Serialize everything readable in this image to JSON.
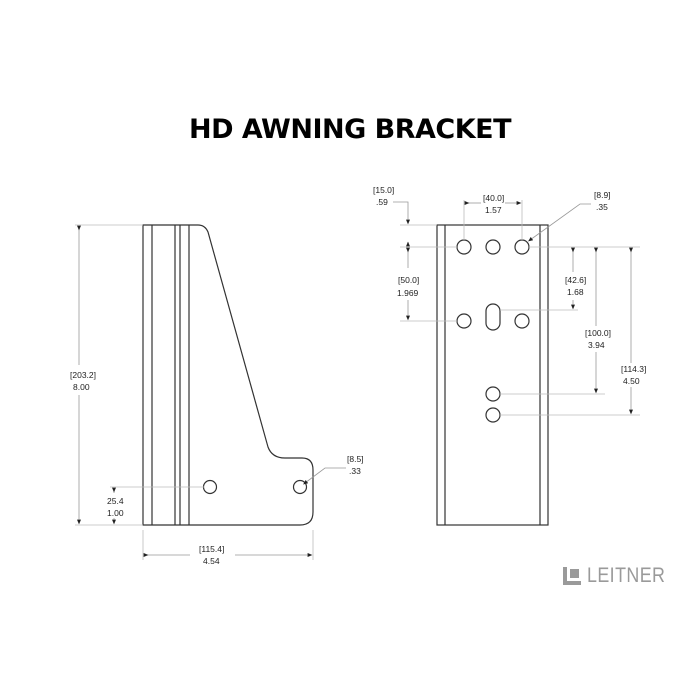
{
  "title": "HD AWNING BRACKET",
  "brand": {
    "name": "LEITNER",
    "color": "#9a9a9a"
  },
  "colors": {
    "outline": "#333333",
    "dimension_line": "#bbbbbb",
    "text": "#000000"
  },
  "side_view": {
    "overall_height": {
      "mm": "[203.2]",
      "in": "8.00"
    },
    "hole_height": {
      "mm": "25.4",
      "in": "1.00"
    },
    "overall_width": {
      "mm": "[115.4]",
      "in": "4.54"
    },
    "hole_diameter": {
      "mm": "[8.5]",
      "in": ".33"
    }
  },
  "front_view": {
    "top_offset": {
      "mm": "[15.0]",
      "in": ".59"
    },
    "hole_spacing_h": {
      "mm": "[40.0]",
      "in": "1.57"
    },
    "hole_diameter": {
      "mm": "[8.9]",
      "in": ".35"
    },
    "row_spacing": {
      "mm": "[50.0]",
      "in": "1.969"
    },
    "slot_offset": {
      "mm": "[42.6]",
      "in": "1.68"
    },
    "lower_hole_1": {
      "mm": "[100.0]",
      "in": "3.94"
    },
    "lower_hole_2": {
      "mm": "[114.3]",
      "in": "4.50"
    }
  }
}
